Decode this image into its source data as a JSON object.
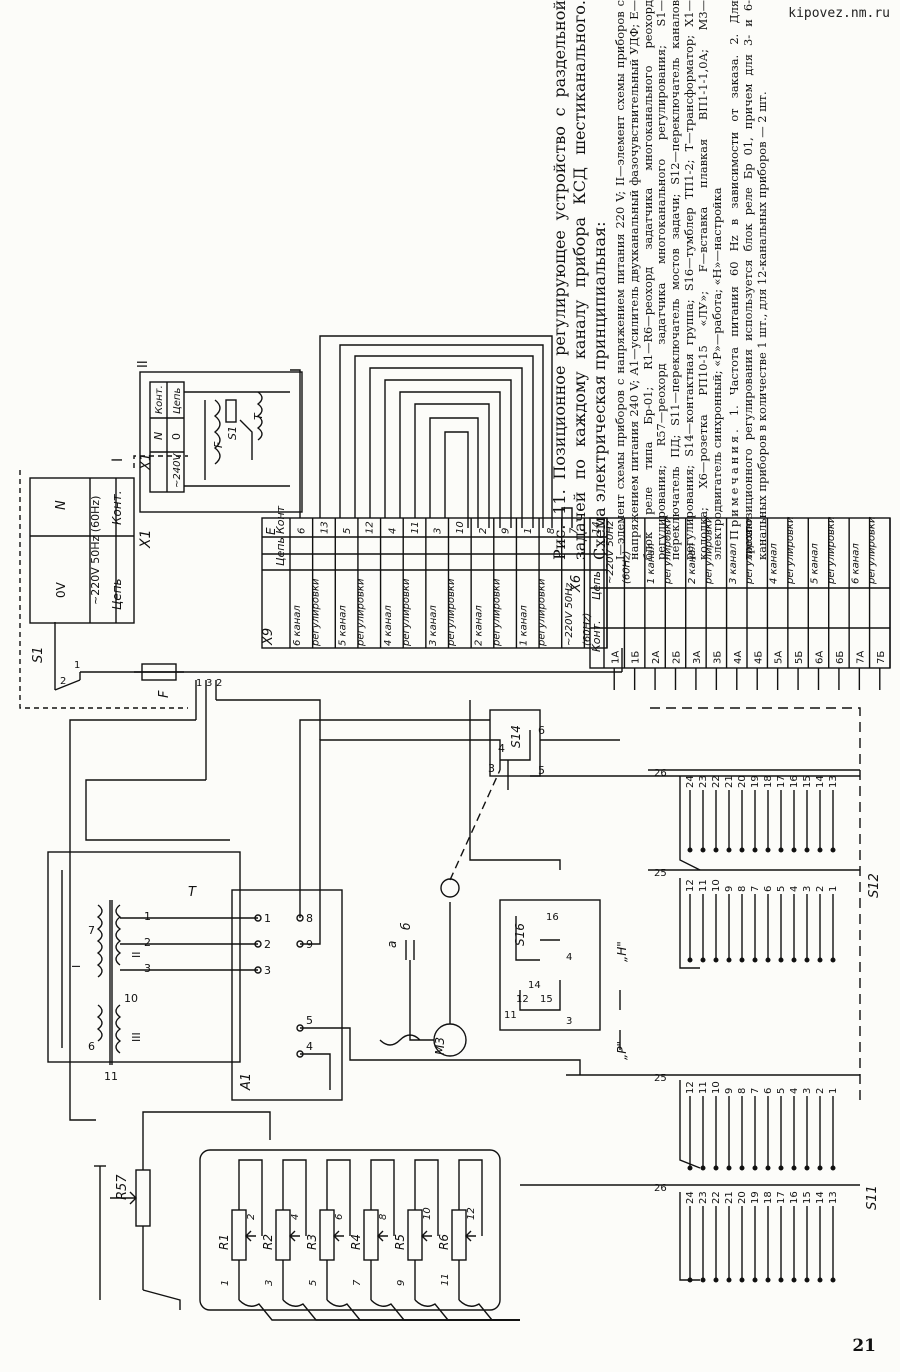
{
  "header": {
    "site": "kipovez.nm.ru"
  },
  "page_number": "21",
  "caption": {
    "title": "Рис. 11. Позиционное регулирующее устройство с раздельной задачей по каждому каналу прибора КСД шестиканального. Схема электрическая принципиальная:",
    "legend": "I—элемент схемы приборов с напряжением питания 220 V; II—элемент схемы приборов с напряжением питания 240 V; А1—усилитель двухканальный фазочувствительный УДФ; Е—блок реле типа Бр-01; R1—R6—реохорд задатчика многоканального реохорд регулирования; R57—реохорд задатчика многоканального регулирования; S1—переключатель ПД; S11—переключатель мостов задачи; S12—переключатель каналов регулирования; S14—контактная группа; S16—тумблер ТП1-2; Т—трансформатор; Х1—колодка; Х6—розетка РП10-15 «ЛУ»; F—вставка плавкая ВП1-1-1,0А; М3—электродвигатель синхронный; «Р»—работа; «Н»—настройка",
    "note_label": "Примечания.",
    "note_text": "1. Частота питания 60 Hz в зависимости от заказа. 2. Для трехпозиционного регулирования используется блок реле Бр 01, причем для 3- и 6-канальных приборов в количестве 1 шт., для 12-канальных приборов — 2 шт."
  },
  "x1_table_top": {
    "title": "Х1",
    "col_kont": "Конт.",
    "col_cep": "Цепь",
    "row1_cep": "~220V 50Hz (60Hz)",
    "row2_kont": "N",
    "row2_cep": "0V",
    "roman": "I"
  },
  "x1_table_inset": {
    "title": "Х1",
    "col_kont": "Конт.",
    "col_cep": "Цепь",
    "row1_kont": "N",
    "row1_cep": "0",
    "row2_cep": "~240V",
    "roman": "II",
    "fuse": "F",
    "switch": "S1",
    "transformer": "T"
  },
  "x9_table": {
    "title": "Х9",
    "block": "Е",
    "col_cep": "Цепь",
    "col_kont": "Конт",
    "rows": [
      {
        "cep": "6 канал регулировки",
        "kont": "6"
      },
      {
        "cep": "",
        "kont": "13"
      },
      {
        "cep": "5 канал регулировки",
        "kont": "5"
      },
      {
        "cep": "",
        "kont": "12"
      },
      {
        "cep": "4 канал регулировки",
        "kont": "4"
      },
      {
        "cep": "",
        "kont": "11"
      },
      {
        "cep": "3 канал регулировки",
        "kont": "3"
      },
      {
        "cep": "",
        "kont": "10"
      },
      {
        "cep": "2 канал регулировки",
        "kont": "2"
      },
      {
        "cep": "",
        "kont": "9"
      },
      {
        "cep": "1 канал регулировки",
        "kont": "1"
      },
      {
        "cep": "",
        "kont": "8"
      },
      {
        "cep": "~220V 50Hz (60Hz)",
        "kont": "7"
      },
      {
        "cep": "",
        "kont": "14"
      }
    ]
  },
  "x6_table": {
    "title": "Х6",
    "col_kont": "Конт.",
    "col_cep": "Цепь",
    "rows": [
      {
        "kont": "1А",
        "cep": "~220V 50Hz (60Hz)"
      },
      {
        "kont": "1Б",
        "cep": ""
      },
      {
        "kont": "2А",
        "cep": "1 канал регулировки"
      },
      {
        "kont": "2Б",
        "cep": ""
      },
      {
        "kont": "3А",
        "cep": "2 канал регулировки"
      },
      {
        "kont": "3Б",
        "cep": ""
      },
      {
        "kont": "4А",
        "cep": "3 канал регулировки"
      },
      {
        "kont": "4Б",
        "cep": ""
      },
      {
        "kont": "5А",
        "cep": "4 канал регулировки"
      },
      {
        "kont": "5Б",
        "cep": ""
      },
      {
        "kont": "6А",
        "cep": "5 канал регулировки"
      },
      {
        "kont": "6Б",
        "cep": ""
      },
      {
        "kont": "7А",
        "cep": "6 канал регулировки"
      },
      {
        "kont": "7Б",
        "cep": ""
      }
    ]
  },
  "labels": {
    "S1": "S1",
    "F": "F",
    "T": "T",
    "A1": "А1",
    "M3": "М3",
    "S11": "S11",
    "S12": "S12",
    "S14": "S14",
    "S16": "S16",
    "R57": "R57",
    "R1": "R1",
    "R2": "R2",
    "R3": "R3",
    "R4": "R4",
    "R5": "R5",
    "R6": "R6",
    "P": "„Р\"",
    "H": "„Н\"",
    "a": "а",
    "b": "б",
    "wI": "I",
    "wII": "II",
    "wIII": "III"
  },
  "pin_numbers": {
    "transformer": [
      "1",
      "2",
      "3",
      "6",
      "7",
      "10",
      "11"
    ],
    "a1": [
      "1",
      "2",
      "3",
      "8",
      "9",
      "5",
      "4"
    ],
    "s14": [
      "3",
      "4",
      "5",
      "6"
    ],
    "s16": [
      "11",
      "12",
      "14",
      "15",
      "16",
      "3",
      "4"
    ],
    "switch_nodes": [
      "26",
      "25",
      "25",
      "26"
    ],
    "s12_upper": [
      "24",
      "23",
      "22",
      "21",
      "20",
      "19",
      "18",
      "17",
      "16",
      "15",
      "14",
      "13"
    ],
    "s12_lower": [
      "12",
      "11",
      "10",
      "9",
      "8",
      "7",
      "6",
      "5",
      "4",
      "3",
      "2",
      "1"
    ],
    "s11_upper": [
      "12",
      "11",
      "10",
      "9",
      "8",
      "7",
      "6",
      "5",
      "4",
      "3",
      "2",
      "1"
    ],
    "s11_lower": [
      "24",
      "23",
      "22",
      "21",
      "20",
      "19",
      "18",
      "17",
      "16",
      "15",
      "14",
      "13"
    ],
    "res_left": [
      "1",
      "3",
      "5",
      "7",
      "9",
      "11"
    ],
    "res_right": [
      "2",
      "4",
      "6",
      "8",
      "10",
      "12"
    ],
    "s1_pins": [
      "1",
      "2"
    ],
    "fuse_pins": [
      "1",
      "3",
      "2"
    ]
  }
}
